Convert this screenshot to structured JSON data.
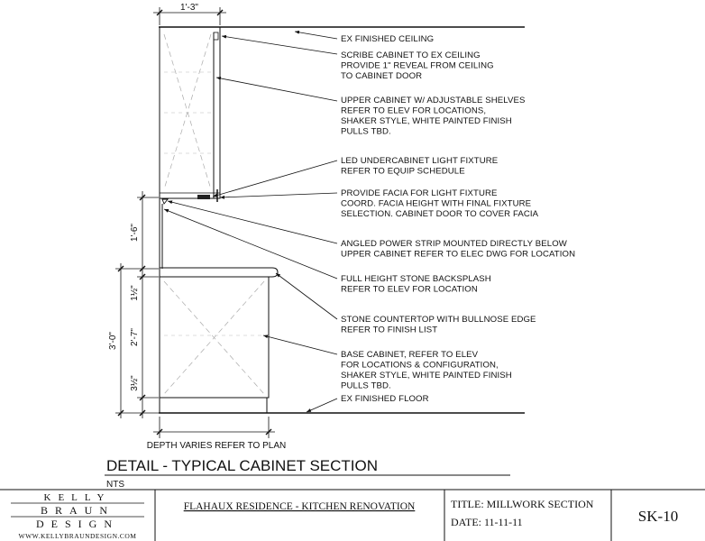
{
  "drawing": {
    "dims": {
      "top": "1'-3\"",
      "upper_gap": "1'-6\"",
      "overall": "3'-0\"",
      "counter": "1½\"",
      "base_height": "2'-7\"",
      "toe": "3½\"",
      "depth_note": "DEPTH VARIES REFER TO PLAN"
    },
    "notes": [
      {
        "lines": [
          "EX FINISHED CEILING"
        ]
      },
      {
        "lines": [
          "SCRIBE CABINET TO EX CEILING",
          "PROVIDE 1\" REVEAL FROM CEILING",
          "TO CABINET DOOR"
        ]
      },
      {
        "lines": [
          "UPPER CABINET W/ ADJUSTABLE SHELVES",
          "REFER TO ELEV FOR LOCATIONS,",
          "SHAKER STYLE, WHITE PAINTED FINISH",
          "PULLS TBD."
        ]
      },
      {
        "lines": [
          "LED UNDERCABINET LIGHT FIXTURE",
          "REFER TO EQUIP SCHEDULE"
        ]
      },
      {
        "lines": [
          "PROVIDE FACIA FOR LIGHT FIXTURE",
          "COORD. FACIA HEIGHT WITH FINAL FIXTURE",
          "SELECTION. CABINET DOOR TO COVER FACIA"
        ]
      },
      {
        "lines": [
          "ANGLED POWER STRIP MOUNTED DIRECTLY BELOW",
          "UPPER CABINET REFER TO ELEC DWG FOR LOCATION"
        ]
      },
      {
        "lines": [
          "FULL HEIGHT STONE BACKSPLASH",
          "REFER TO ELEV FOR LOCATION"
        ]
      },
      {
        "lines": [
          "STONE COUNTERTOP WITH BULLNOSE EDGE",
          "REFER TO FINISH LIST"
        ]
      },
      {
        "lines": [
          "BASE CABINET, REFER TO ELEV",
          "FOR LOCATIONS & CONFIGURATION,",
          "SHAKER STYLE, WHITE PAINTED FINISH",
          "PULLS TBD."
        ]
      },
      {
        "lines": [
          "EX FINISHED FLOOR"
        ]
      }
    ],
    "title": "DETAIL - TYPICAL CABINET SECTION",
    "scale": "NTS"
  },
  "titleblock": {
    "logo": {
      "line1": "KELLY",
      "line2": "BRAUN",
      "line3": "DESIGN",
      "url": "WWW.KELLYBRAUNDESIGN.COM"
    },
    "project": "FLAHAUX RESIDENCE - KITCHEN RENOVATION",
    "title": "TITLE: MILLWORK SECTION",
    "date": "DATE: 11-11-11",
    "sheet": "SK-10"
  }
}
